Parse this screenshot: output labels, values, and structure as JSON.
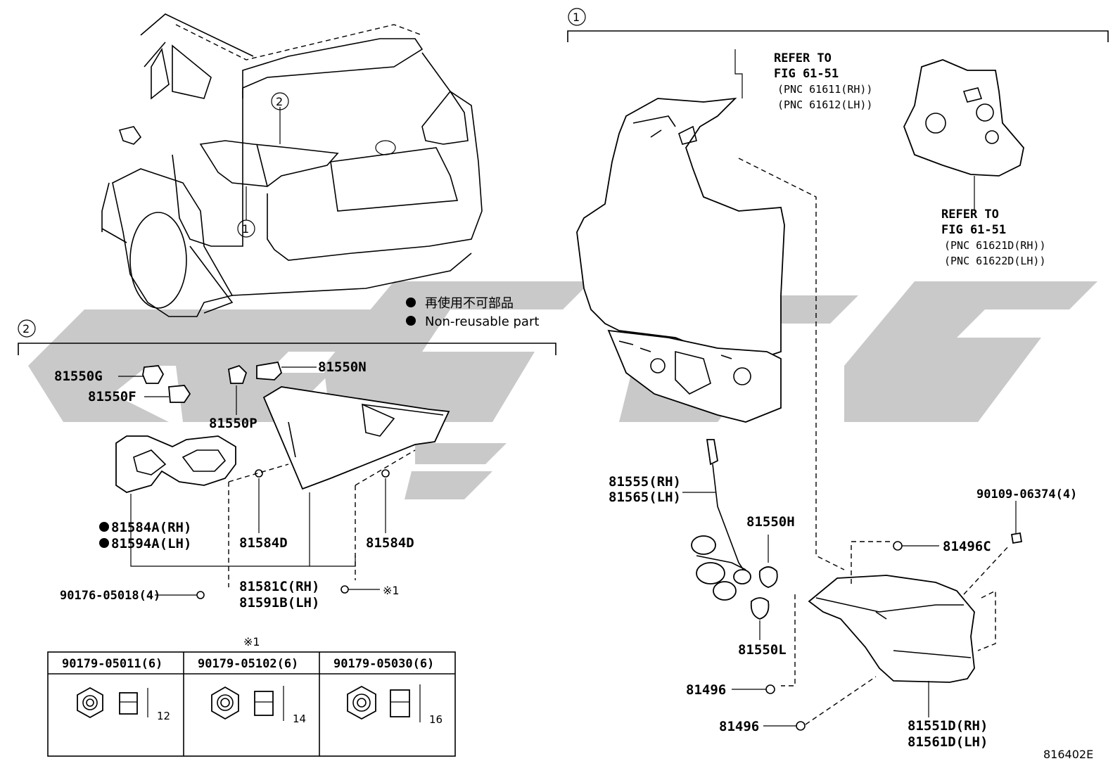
{
  "diagram": {
    "code": "816402E",
    "callouts": {
      "one": "1",
      "two": "2",
      "note_mark": "※1"
    },
    "legend": {
      "jp": "再使用不可部品",
      "en": "Non-reusable part"
    },
    "refers": {
      "top": {
        "l1": "REFER TO",
        "l2": "FIG 61-51",
        "l3": "(PNC 61611(RH))",
        "l4": "(PNC 61612(LH))"
      },
      "right": {
        "l1": "REFER TO",
        "l2": "FIG 61-51",
        "l3": "(PNC 61621D(RH))",
        "l4": "(PNC 61622D(LH))"
      }
    },
    "parts_left": {
      "p81550G": "81550G",
      "p81550F": "81550F",
      "p81550P": "81550P",
      "p81550N": "81550N",
      "p81584A": "81584A(RH)",
      "p81594A": "81594A(LH)",
      "p81584D_a": "81584D",
      "p81584D_b": "81584D",
      "p81581C": "81581C(RH)",
      "p81591B": "81591B(LH)",
      "p90176": "90176-05018(4)",
      "star": "※1"
    },
    "parts_right": {
      "p81555": "81555(RH)",
      "p81565": "81565(LH)",
      "p81550H": "81550H",
      "p81550L": "81550L",
      "p90109": "90109-06374(4)",
      "p81496C": "81496C",
      "p81496a": "81496",
      "p81496b": "81496",
      "p81551D": "81551D(RH)",
      "p81561D": "81561D(LH)"
    },
    "table": {
      "cols": [
        {
          "part": "90179-05011(6)",
          "dim": "12"
        },
        {
          "part": "90179-05102(6)",
          "dim": "14"
        },
        {
          "part": "90179-05030(6)",
          "dim": "16"
        }
      ]
    }
  }
}
